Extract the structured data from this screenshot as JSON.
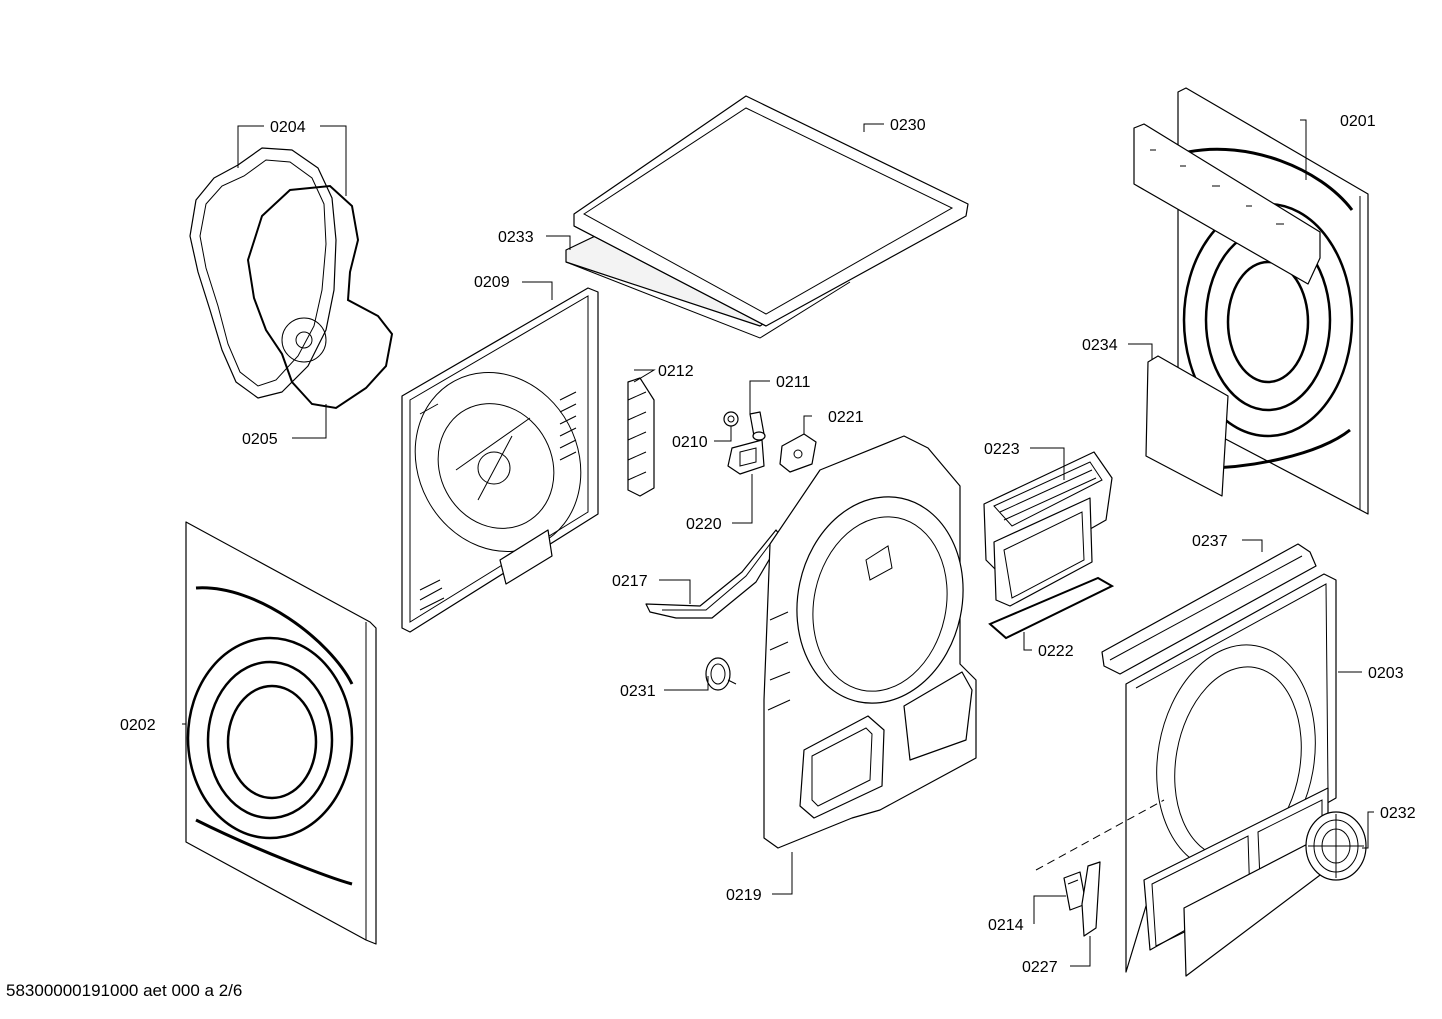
{
  "footer": {
    "text": "58300000191000 aet 000 a 2/6"
  },
  "labels": {
    "p0201": "0201",
    "p0202": "0202",
    "p0203": "0203",
    "p0204": "0204",
    "p0205": "0205",
    "p0209": "0209",
    "p0210": "0210",
    "p0211": "0211",
    "p0212": "0212",
    "p0214": "0214",
    "p0217": "0217",
    "p0219": "0219",
    "p0220": "0220",
    "p0221": "0221",
    "p0222": "0222",
    "p0223": "0223",
    "p0227": "0227",
    "p0230": "0230",
    "p0231": "0231",
    "p0232": "0232",
    "p0233": "0233",
    "p0234": "0234",
    "p0237": "0237"
  }
}
